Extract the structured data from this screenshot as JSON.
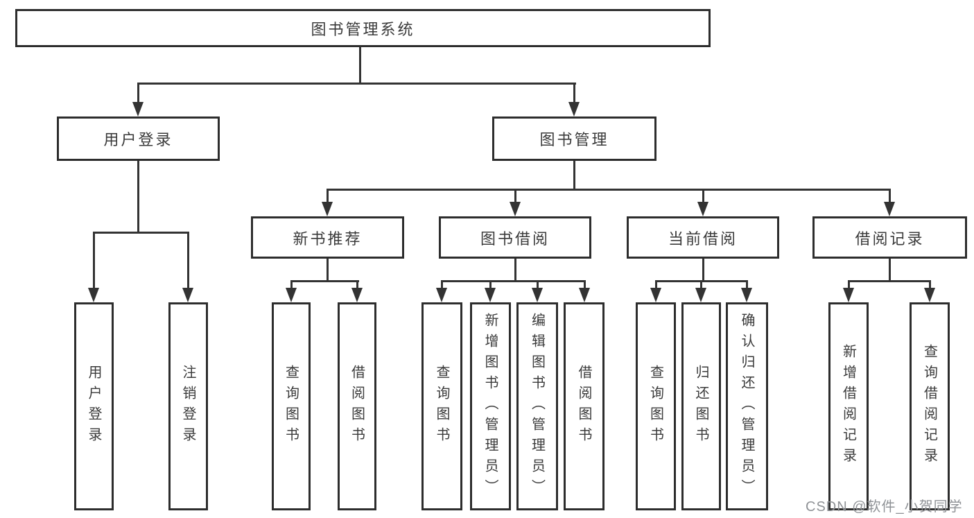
{
  "diagram": {
    "root": "图书管理系统",
    "level2": [
      "用户登录",
      "图书管理"
    ],
    "level3": [
      "新书推荐",
      "图书借阅",
      "当前借阅",
      "借阅记录"
    ],
    "leaves": {
      "user_login": [
        "用户登录",
        "注销登录"
      ],
      "new_book": [
        "查询图书",
        "借阅图书"
      ],
      "book_borrow": [
        "查询图书",
        "新增图书（管理员）",
        "编辑图书（管理员）",
        "借阅图书"
      ],
      "current_borrow": [
        "查询图书",
        "归还图书",
        "确认归还（管理员）"
      ],
      "borrow_records": [
        "新增借阅记录",
        "查询借阅记录"
      ]
    },
    "colors": {
      "line": "#333333",
      "border": "#2d2d2d",
      "text": "#3a3a3a",
      "watermark": "#8f9296",
      "background": "#ffffff"
    }
  },
  "watermark": "CSDN @软件_小贺同学"
}
